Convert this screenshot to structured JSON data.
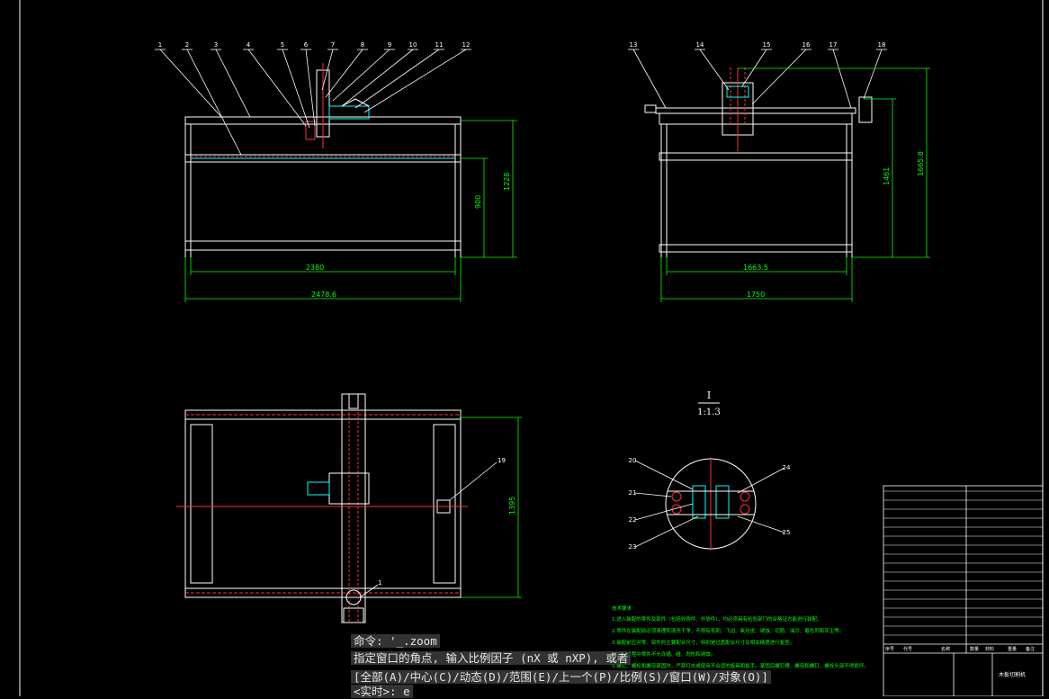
{
  "app": {
    "accent_color": "#00ff00",
    "background_color": "#000000"
  },
  "drawing": {
    "front_view": {
      "part_labels": [
        "1",
        "2",
        "3",
        "4",
        "5",
        "6",
        "7",
        "8",
        "9",
        "10",
        "11",
        "12"
      ],
      "dimensions": {
        "height_a": "1228",
        "height_b": "900",
        "width_inner": "2380",
        "width_overall": "2478.6"
      }
    },
    "side_view": {
      "part_labels": [
        "13",
        "14",
        "15",
        "16",
        "17",
        "18"
      ],
      "dimensions": {
        "height_a": "1461",
        "height_b": "1665.8",
        "width_inner": "1663.5",
        "width_overall": "1750"
      }
    },
    "top_view": {
      "part_labels": [
        "19",
        "1"
      ],
      "dimensions": {
        "height": "1395"
      }
    },
    "detail_view": {
      "title": "I",
      "scale": "1:1.3",
      "part_labels": [
        "20",
        "21",
        "22",
        "23",
        "24",
        "25"
      ]
    },
    "tech_notes": {
      "heading": "技术要求",
      "lines": [
        "1.进入装配的零件及部件（包括外购件、外协件），均必须具有检验部门的合格证方能进行装配。",
        "2.零件在装配前必须清理和清洗干净，不得有毛刺、飞边、氧化皮、锈蚀、切屑、油污、着色剂和灰尘等。",
        "3.装配前应对零、部件的主要配合尺寸，特别是过盈配合尺寸及相关精度进行复查。",
        "4.装配过程中零件不允许磕、碰、划伤和锈蚀。",
        "5.螺钉、螺栓和螺母紧固时，严禁打击或使用不合适的旋具和扳手。紧固后螺钉槽、螺母和螺钉、螺栓头部不得损坏。"
      ]
    },
    "title_block": {
      "drawing_name": "木板切割机",
      "headers": [
        "序号",
        "代号",
        "名称",
        "数量",
        "材料",
        "重量",
        "备注"
      ]
    }
  },
  "command_line": {
    "history_1": "命令: '_.zoom",
    "history_2": "指定窗口的角点, 输入比例因子 (nX 或 nXP), 或者",
    "options_open": "[",
    "options": [
      "全部(A)",
      "中心(C)",
      "动态(D)",
      "范围(E)",
      "上一个(P)",
      "比例(S)",
      "窗口(W)",
      "对象(O)"
    ],
    "options_close": "]",
    "prompt": "<实时>:",
    "input_value": "e"
  }
}
